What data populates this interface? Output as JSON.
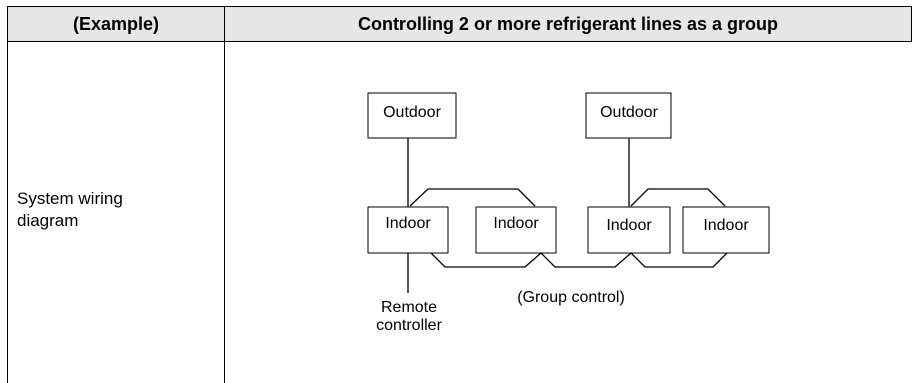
{
  "table": {
    "header_left": "(Example)",
    "header_right": "Controlling 2 or more refrigerant lines as a group",
    "row_label_line1": "System wiring",
    "row_label_line2": "diagram"
  },
  "diagram": {
    "outdoor_left": "Outdoor",
    "outdoor_right": "Outdoor",
    "indoor_1": "Indoor",
    "indoor_2": "Indoor",
    "indoor_3": "Indoor",
    "indoor_4": "Indoor",
    "group_control_label": "(Group control)",
    "remote_line1": "Remote",
    "remote_line2": "controller"
  }
}
